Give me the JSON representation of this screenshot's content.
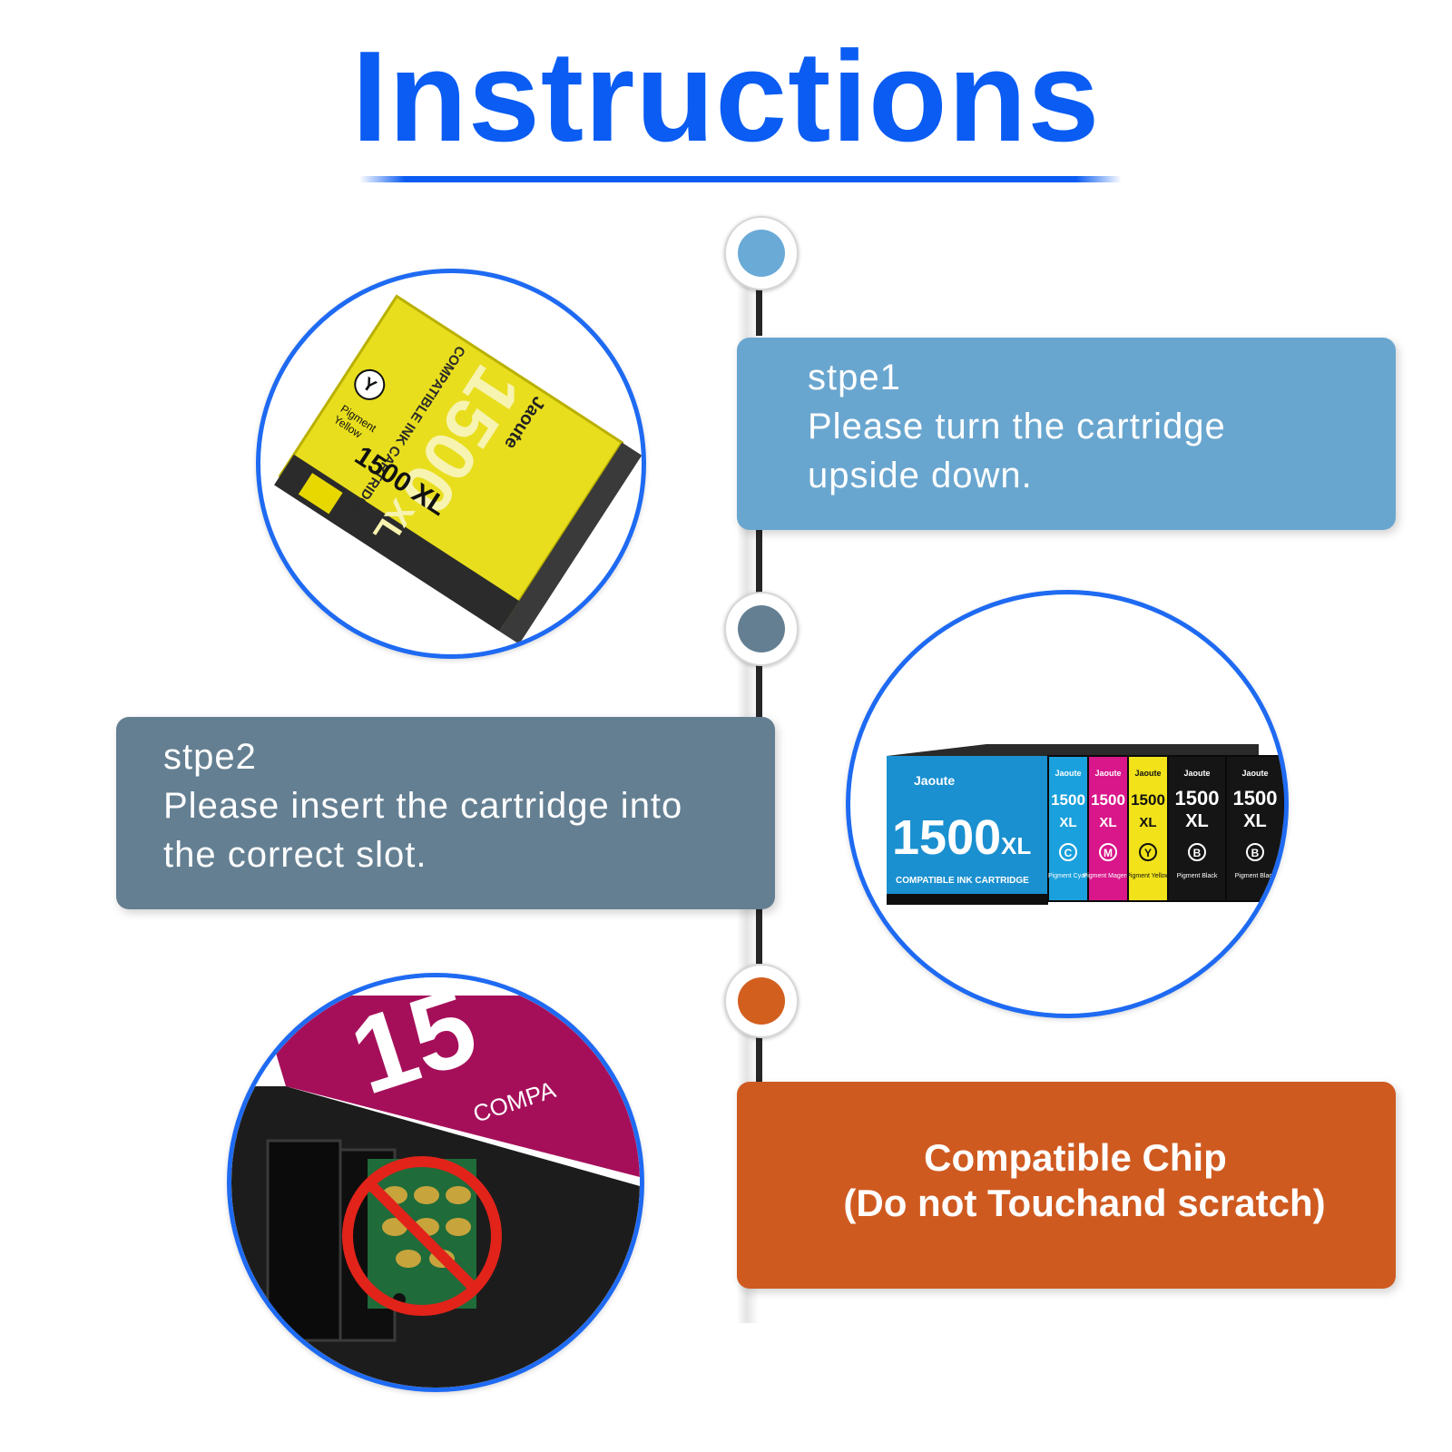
{
  "page_title": "Instructions",
  "colors": {
    "title_blue": "#0a5cf2",
    "step1_card": "#69a6cf",
    "step2_card": "#647f92",
    "step3_card": "#cf5a20",
    "dot1": "#6aaad6",
    "dot2": "#647f92",
    "dot3": "#d35f1f",
    "photo_border": "#1e6af2"
  },
  "steps": [
    {
      "label": "stpe1",
      "lines": [
        "Please turn the cartridge",
        "upside down."
      ]
    },
    {
      "label": "stpe2",
      "lines": [
        "Please insert the cartridge into",
        "the correct slot."
      ]
    },
    {
      "lines": [
        "Compatible Chip",
        "(Do not Touchand scratch)"
      ]
    }
  ],
  "photos": {
    "yellow_cartridge": {
      "brand": "Jaoute",
      "model": "1500",
      "suffix": "XL",
      "model_full": "1500 XL",
      "caption": "COMPATIBLE INK CARTRIDGE",
      "color_letter": "Y",
      "color_name_line1": "Pigment",
      "color_name_line2": "Yellow"
    },
    "cartridge_set": {
      "brand": "Jaoute",
      "model": "1500",
      "suffix": "XL",
      "caption": "COMPATIBLE INK CARTRIDGE",
      "cartridges": [
        {
          "letter": "C",
          "name": "Pigment Cyan",
          "color": "#1aa0dc"
        },
        {
          "letter": "M",
          "name": "Pigment Magenta",
          "color": "#d9168a"
        },
        {
          "letter": "Y",
          "name": "Pigment Yellow",
          "color": "#f1e21a"
        },
        {
          "letter": "B",
          "name": "Pigment Black",
          "color": "#151515"
        },
        {
          "letter": "B",
          "name": "Pigment Black",
          "color": "#151515"
        }
      ]
    },
    "chip_closeup": {
      "partial_number": "15",
      "partial_caption": "COMPA"
    }
  }
}
